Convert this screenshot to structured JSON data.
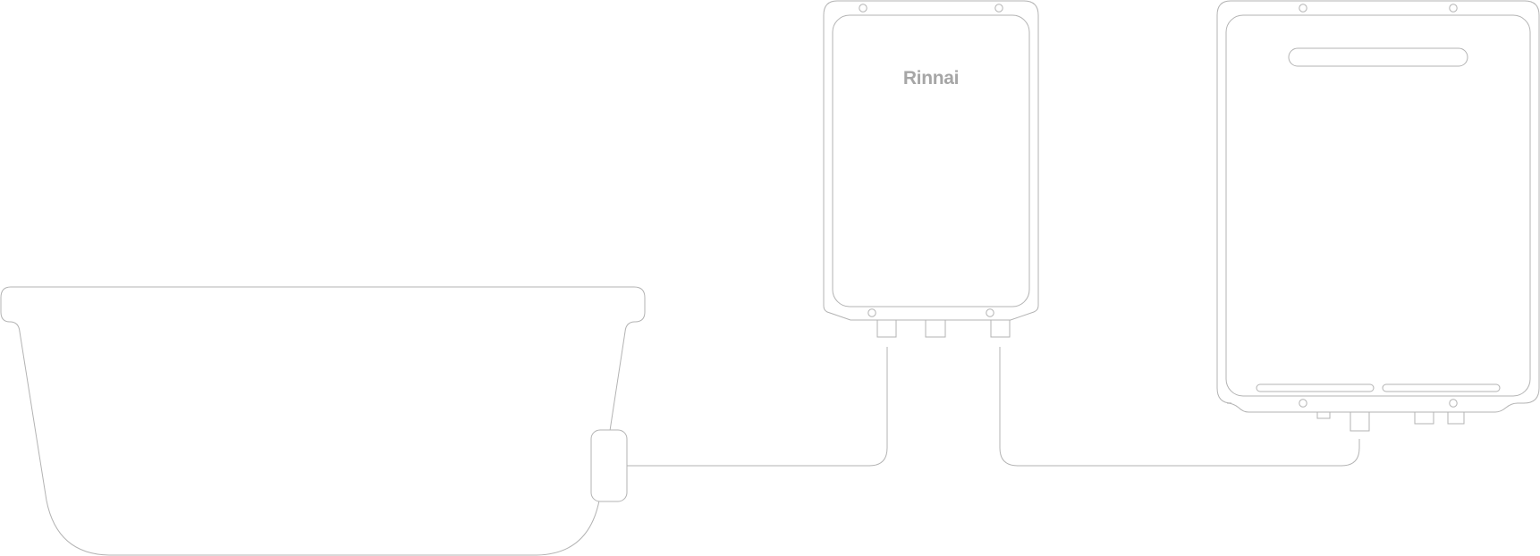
{
  "diagram": {
    "heater_brand_label": "Rinnai",
    "colors": {
      "line": "#b3b3b3",
      "background": "#ffffff",
      "brand_text": "#a6a6a6"
    },
    "components": [
      "bath-tub",
      "bath-fill-valve",
      "water-heater-unit",
      "second-appliance-unit",
      "hot-water-pipe",
      "connecting-pipe"
    ]
  }
}
